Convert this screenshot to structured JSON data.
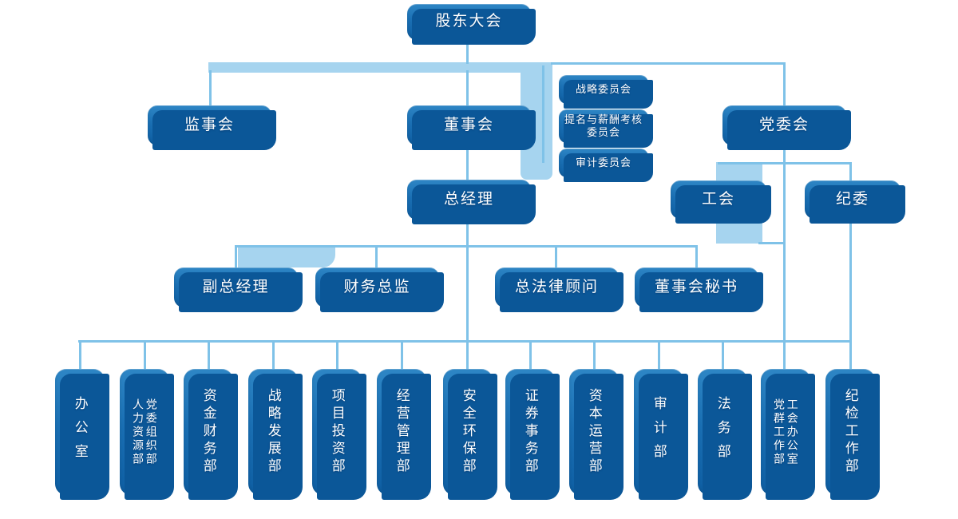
{
  "colors": {
    "box_gradient_top": "#2e86c5",
    "box_gradient_bottom": "#0e5ea2",
    "box_shadow_layer": "#0b5798",
    "connector_line": "#7fc2e8",
    "connector_band": "#a6d4ef",
    "text": "#ffffff",
    "background": "#ffffff"
  },
  "org": {
    "root": {
      "label": "股东大会"
    },
    "level2": [
      {
        "label": "监事会"
      },
      {
        "label": "董事会"
      },
      {
        "label": "党委会"
      }
    ],
    "committees": [
      {
        "label": "战略委员会"
      },
      {
        "label": "提名与薪酬考核\n委员会"
      },
      {
        "label": "审计委员会"
      }
    ],
    "level3": [
      {
        "label": "总经理"
      },
      {
        "label": "工会"
      },
      {
        "label": "纪委"
      }
    ],
    "level4": [
      {
        "label": "副总经理"
      },
      {
        "label": "财务总监"
      },
      {
        "label": "总法律顾问"
      },
      {
        "label": "董事会秘书"
      }
    ],
    "departments": [
      {
        "label": "办公室"
      },
      {
        "label": "党委组织部\n人力资源部"
      },
      {
        "label": "资金财务部"
      },
      {
        "label": "战略发展部"
      },
      {
        "label": "项目投资部"
      },
      {
        "label": "经营管理部"
      },
      {
        "label": "安全环保部"
      },
      {
        "label": "证券事务部"
      },
      {
        "label": "资本运营部"
      },
      {
        "label": "审计部"
      },
      {
        "label": "法务部"
      },
      {
        "label": "工会办公室\n党群工作部"
      },
      {
        "label": "纪检工作部"
      }
    ]
  }
}
